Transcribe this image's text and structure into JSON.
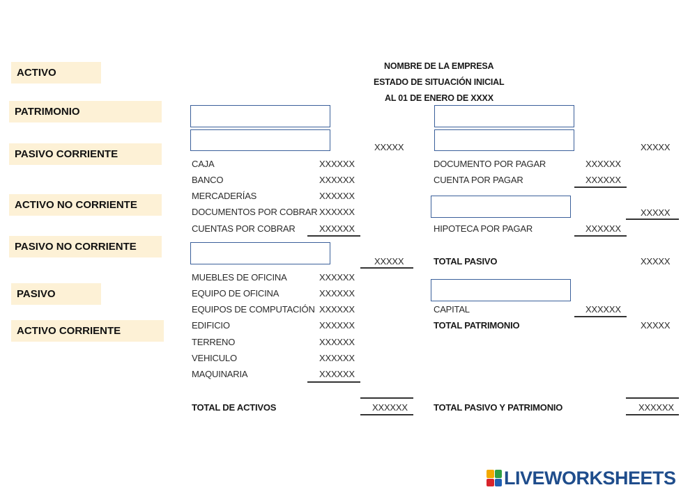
{
  "chips": {
    "activo": "ACTIVO",
    "patrimonio": "PATRIMONIO",
    "pasivo_corriente": "PASIVO CORRIENTE",
    "activo_no_corriente": "ACTIVO NO CORRIENTE",
    "pasivo_no_corriente": "PASIVO NO CORRIENTE",
    "pasivo": "PASIVO",
    "activo_corriente": "ACTIVO CORRIENTE"
  },
  "header": {
    "line1": "NOMBRE DE LA EMPRESA",
    "line2": "ESTADO DE SITUACIÓN INICIAL",
    "line3": "AL 01 DE ENERO DE XXXX"
  },
  "left": {
    "activo_corriente_total": "XXXXX",
    "corriente_items": [
      {
        "label": "CAJA",
        "value": "XXXXXX"
      },
      {
        "label": "BANCO",
        "value": "XXXXXX"
      },
      {
        "label": "MERCADERÍAS",
        "value": "XXXXXX"
      },
      {
        "label": "DOCUMENTOS POR COBRAR",
        "value": "XXXXXX"
      },
      {
        "label": "CUENTAS POR COBRAR",
        "value": "XXXXXX"
      }
    ],
    "no_corriente_total": "XXXXX",
    "no_corriente_items": [
      {
        "label": "MUEBLES DE OFICINA",
        "value": "XXXXXX"
      },
      {
        "label": "EQUIPO DE OFICINA",
        "value": "XXXXXX"
      },
      {
        "label": "EQUIPOS DE COMPUTACIÓN",
        "value": "XXXXXX"
      },
      {
        "label": "EDIFICIO",
        "value": "XXXXXX"
      },
      {
        "label": "TERRENO",
        "value": "XXXXXX"
      },
      {
        "label": "VEHICULO",
        "value": "XXXXXX"
      },
      {
        "label": "MAQUINARIA",
        "value": "XXXXXX"
      }
    ],
    "total_label": "TOTAL DE ACTIVOS",
    "total_value": "XXXXXX"
  },
  "right": {
    "pasivo_corriente_total": "XXXXX",
    "corriente_items": [
      {
        "label": "DOCUMENTO POR PAGAR",
        "value": "XXXXXX"
      },
      {
        "label": "CUENTA POR PAGAR",
        "value": "XXXXXX"
      }
    ],
    "no_corriente_total": "XXXXX",
    "no_corriente_items": [
      {
        "label": "HIPOTECA POR PAGAR",
        "value": "XXXXXX"
      }
    ],
    "total_pasivo_label": "TOTAL PASIVO",
    "total_pasivo_value": "XXXXX",
    "patrimonio_items": [
      {
        "label": "CAPITAL",
        "value": "XXXXXX"
      }
    ],
    "total_patrimonio_label": "TOTAL PATRIMONIO",
    "total_patrimonio_value": "XXXXX",
    "total_label": "TOTAL PASIVO Y PATRIMONIO",
    "total_value": "XXXXXX"
  },
  "brand": {
    "name": "LIVEWORKSHEETS",
    "colors": [
      "#f2a900",
      "#2e9e44",
      "#d8242b",
      "#1f5fb4"
    ]
  }
}
